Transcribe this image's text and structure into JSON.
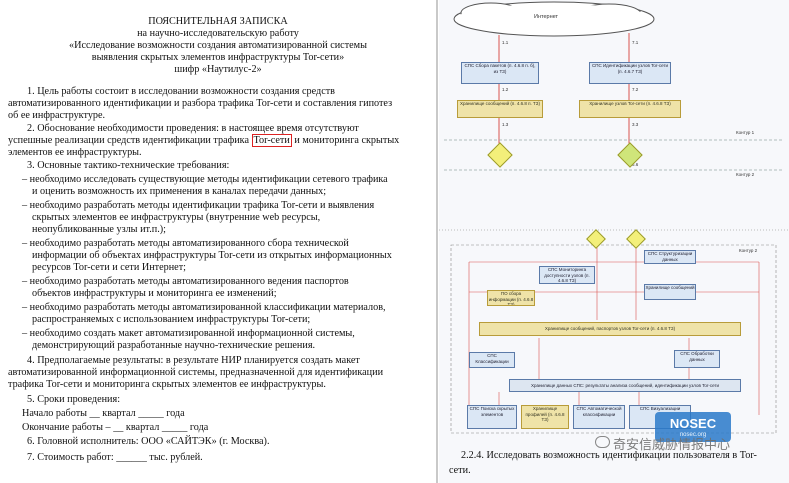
{
  "doc": {
    "title": "ПОЯСНИТЕЛЬНАЯ ЗАПИСКА",
    "subtitle": "на научно-исследовательскую работу",
    "topic1": "«Исследование возможности создания автоматизированной системы",
    "topic2": "выявления скрытых элементов инфраструктуры Tor-сети»",
    "cipher": "шифр «Наутилус-2»",
    "p1a": "1.  Цель  работы  состоит  в  исследовании  возможности  создания  средств",
    "p1b": "автоматизированного идентификации и разбора трафика Tor-сети и составления гипотез",
    "p1c": "об ее инфраструктуре.",
    "p2a": "2.  Обоснование  необходимости  проведения:  в  настоящее  время  отсутствуют",
    "p2b_pre": "успешные реализации средств идентификации трафика ",
    "p2b_hl": "Tor-сети",
    "p2b_post": " и мониторинга скрытых",
    "p2c": "элементов ее инфраструктуры.",
    "p3": "3. Основные тактико-технические требования:",
    "b1a": "–  необходимо исследовать существующие методы идентификации сетевого трафика",
    "b1b": "и оценить возможность их применения в каналах передачи данных;",
    "b2a": "–  необходимо разработать методы идентификации трафика Tor-сети и выявления",
    "b2b": "скрытых      элементов      ее      инфраструктуры      (внутренние      web      ресурсы,",
    "b2c": "неопубликованные узлы ит.п.);",
    "b3a": "–  необходимо   разработать   методы   автоматизированного   сбора   технической",
    "b3b": "информации об объектах инфраструктуры Tor-сети из открытых информационных",
    "b3c": "ресурсов Tor-сети и сети Интернет;",
    "b4a": "–  необходимо   разработать   методы   автоматизированного   ведения   паспортов",
    "b4b": "объектов инфраструктуры и мониторинга ее изменений;",
    "b5a": "–  необходимо разработать методы автоматизированной классификации материалов,",
    "b5b": "распространяемых с использованием инфраструктуры Tor-сети;",
    "b6a": "–   необходимо   создать   макет   автоматизированной   информационной   системы,",
    "b6b": "демонстрирующий разработанные научно-технические решения.",
    "p4a": "4.  Предполагаемые  результаты:  в  результате  НИР  планируется  создать  макет",
    "p4b": "автоматизированной информационной системы, предназначенной для идентификации",
    "p4c": "трафика Tor-сети и мониторинга скрытых элементов ее инфраструктуры.",
    "p5": "5. Сроки проведения:",
    "start": "Начало работы __ квартал _____ года",
    "end": "Окончание работы – __ квартал _____ года",
    "p6": "6. Головной исполнитель: ООО «САЙТЭК» (г. Москва).",
    "p7": "7.         Стоимость          работ:          ______          тыс.          рублей."
  },
  "diagram": {
    "cloud": "Интернет",
    "n11": "1.1",
    "n71": "7.1",
    "box_left": "СПС Сбора пакетов (п. 4.6.8 п. б), из ТЗ)",
    "box_right": "СПС Идентификации узлов Tor-сети (п. 4.6.7 ТЗ)",
    "n12": "1.2",
    "n72": "7.2",
    "store_left": "Хранилище сообщений (п. 4.6.8 п. ТЗ)",
    "store_right": "Хранилище узлов Tor-сети (п. 4.6.8 ТЗ)",
    "n13": "1.3",
    "n33": "3.3",
    "contour1": "Контур 1",
    "contour2": "Контур 2",
    "n66": "6.6",
    "contour_r": "Контур 2",
    "box_m1": "СПС Мониторинга доступности узлов (п. 4.6.8 ТЗ)",
    "box_m2": "СПС Структуризации данных",
    "box_m3": "ПО сбора информации (п. 4.6.8 ТЗ)",
    "box_m4": "Хранилище сообщений",
    "big_bar": "Хранилище сообщений, паспортов узлов Tor-сети (п. 4.6.8 ТЗ)",
    "box_cls": "СПС Классификации",
    "box_obr": "СПС Обработки данных",
    "bottom_bar": "Хранилище данных СПС: результаты анализа сообщений, идентификации узлов Tor-сети",
    "box_b1": "СПС Поиска скрытых элементов",
    "box_b2": "Хранилище профилей (п. 4.6.8 ТЗ)",
    "box_b3": "СПС Автоматической классификации",
    "box_b4": "СПС Визуализации",
    "caption1": "2.2.4.  Исследовать  возможность  идентификации  пользователя  в  Tor-",
    "caption2": "сети.",
    "wm_main": "奇安信威胁情报中心",
    "wm_logo": "NOSEC",
    "wm_sub": "nosec.org"
  }
}
